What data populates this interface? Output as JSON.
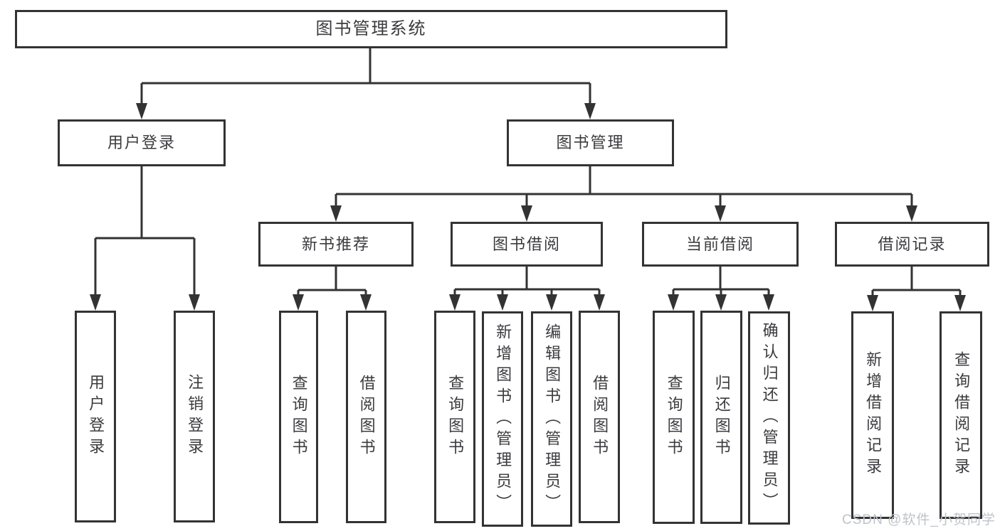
{
  "watermark": "CSDN @软件_小贺同学",
  "colors": {
    "line": "#333333",
    "text": "#3b3b3f",
    "watermark": "#bfc3c9",
    "background": "#ffffff"
  },
  "tree": {
    "label": "图书管理系统",
    "children": [
      {
        "label": "用户登录",
        "children": [
          {
            "label": "用户登录"
          },
          {
            "label": "注销登录"
          }
        ]
      },
      {
        "label": "图书管理",
        "children": [
          {
            "label": "新书推荐",
            "children": [
              {
                "label": "查询图书"
              },
              {
                "label": "借阅图书"
              }
            ]
          },
          {
            "label": "图书借阅",
            "children": [
              {
                "label": "查询图书"
              },
              {
                "label": "新增图书（管理员）"
              },
              {
                "label": "编辑图书（管理员）"
              },
              {
                "label": "借阅图书"
              }
            ]
          },
          {
            "label": "当前借阅",
            "children": [
              {
                "label": "查询图书"
              },
              {
                "label": "归还图书"
              },
              {
                "label": "确认归还（管理员）"
              }
            ]
          },
          {
            "label": "借阅记录",
            "children": [
              {
                "label": "新增借阅记录"
              },
              {
                "label": "查询借阅记录"
              }
            ]
          }
        ]
      }
    ]
  }
}
